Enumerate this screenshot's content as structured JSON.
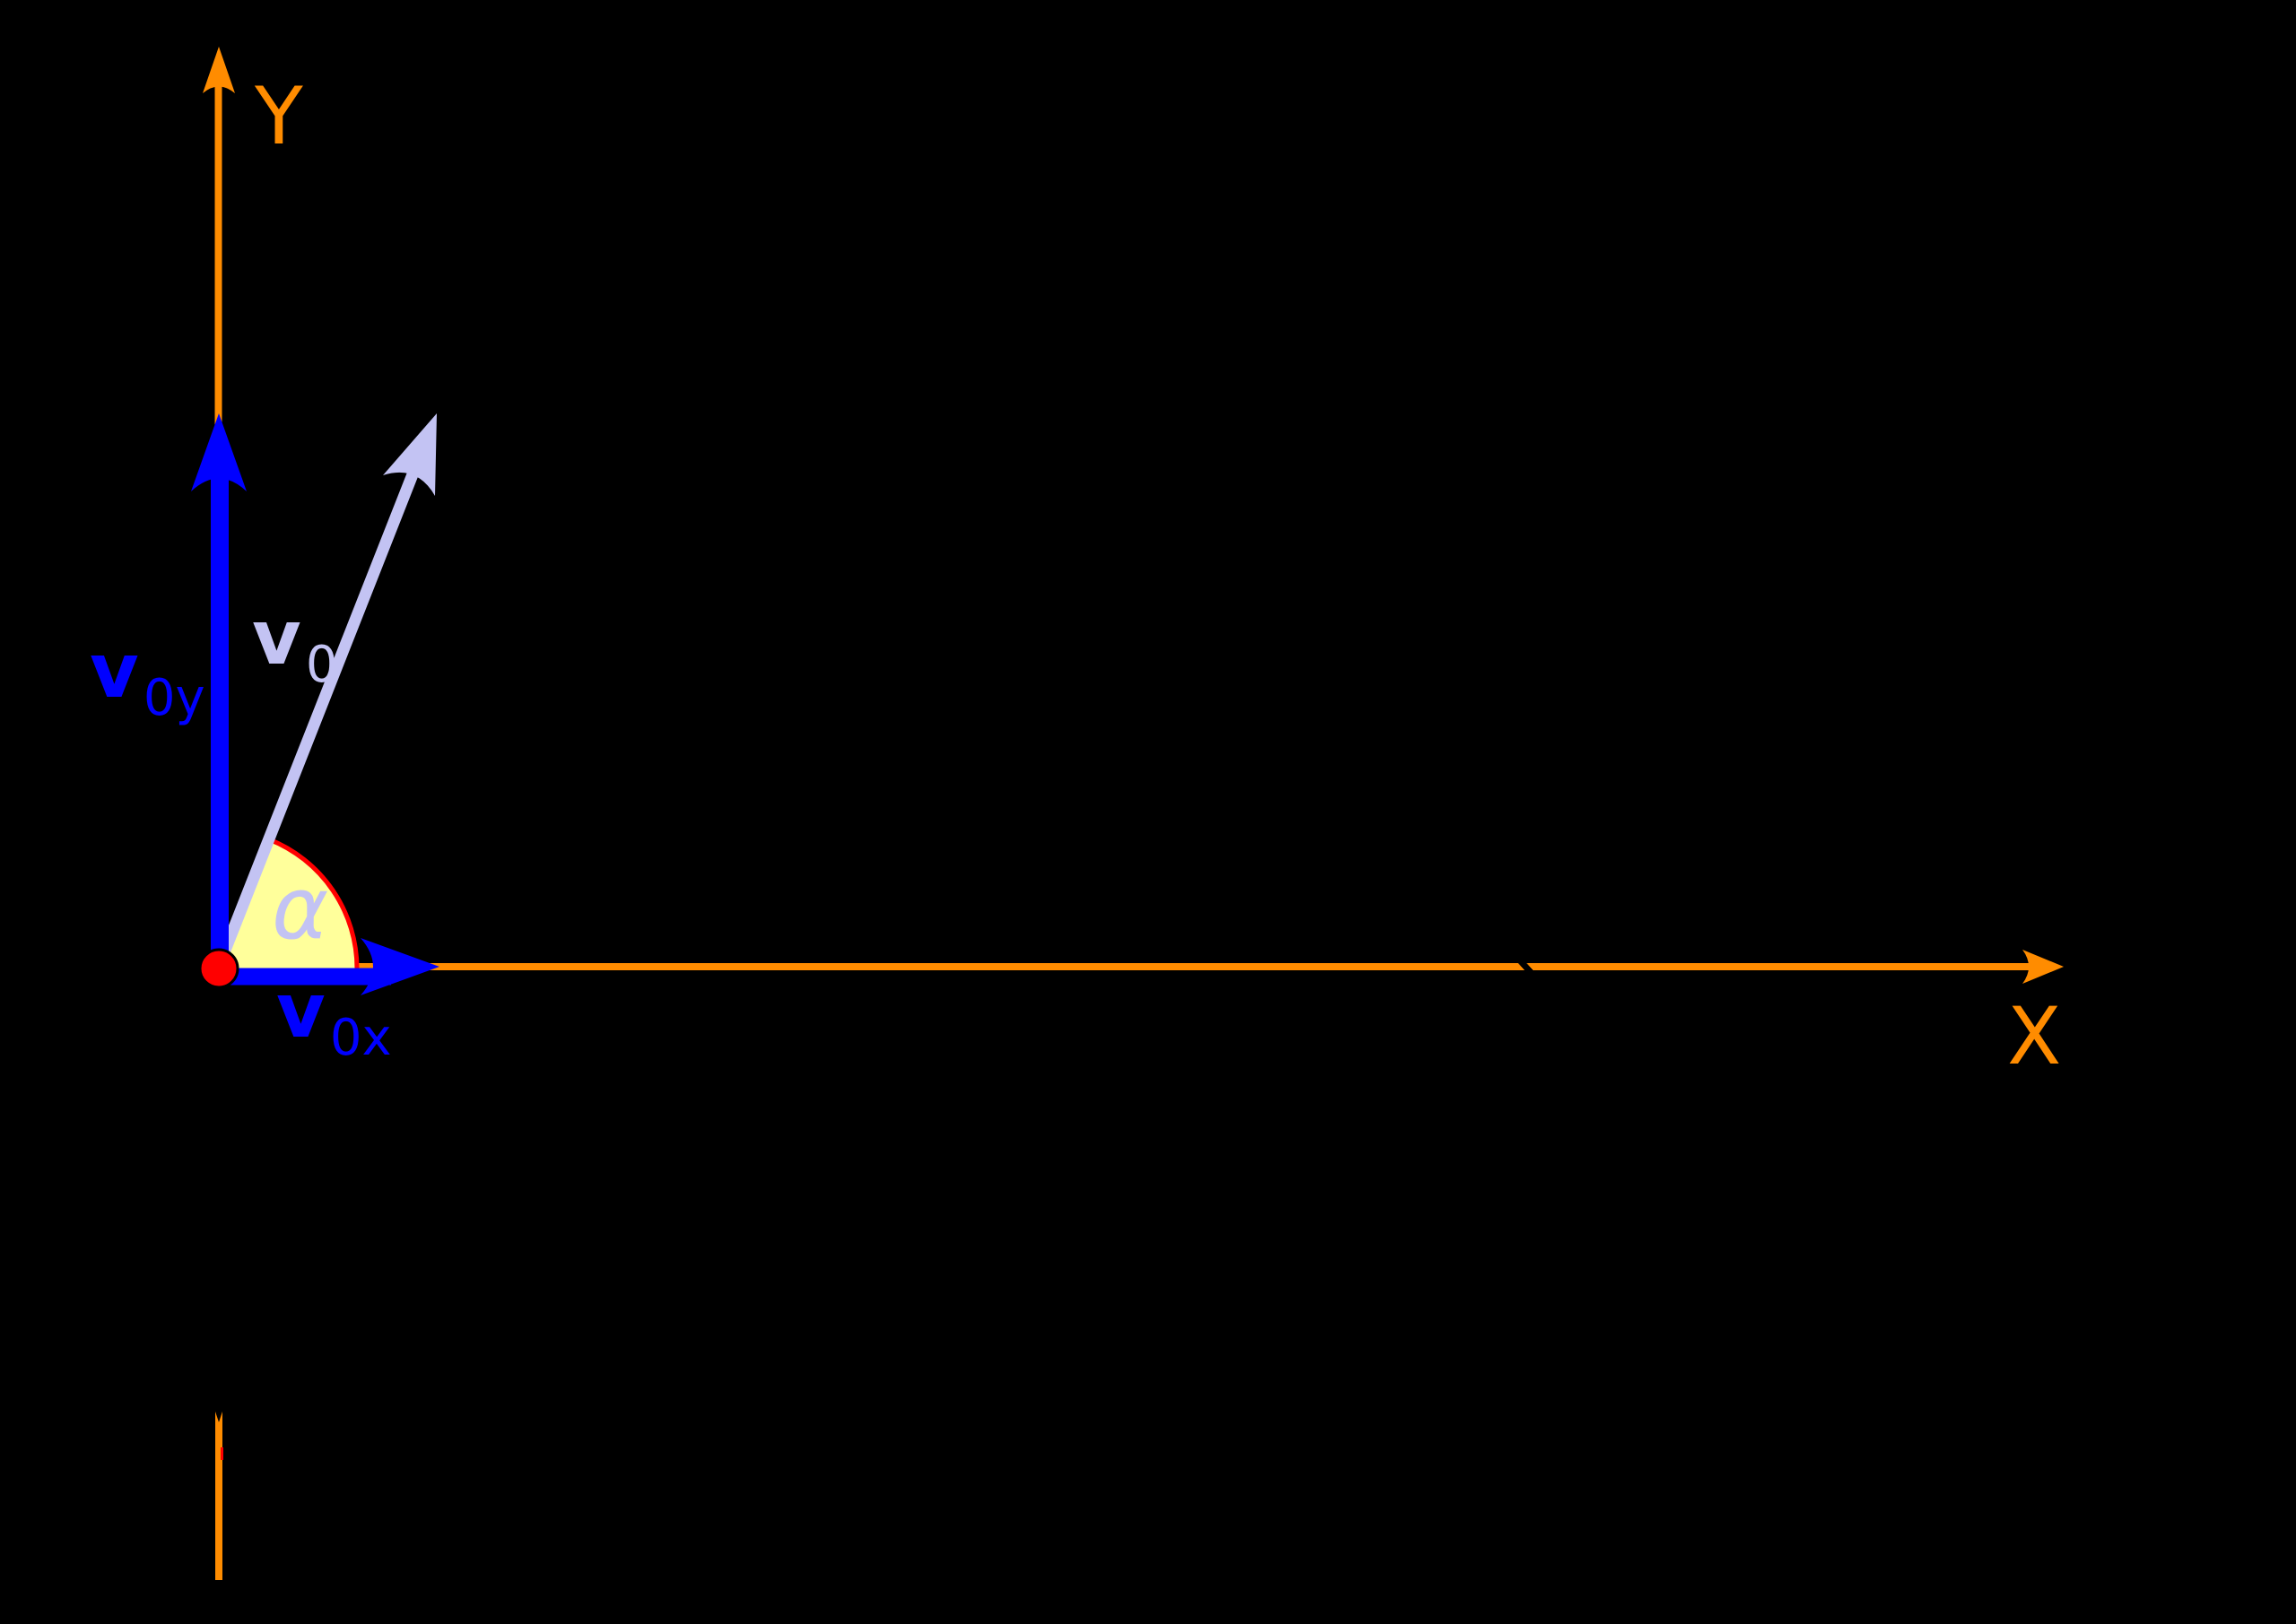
{
  "figure": {
    "background": "#000000",
    "colors": {
      "axis": "#FF8C00",
      "component_vector": "#0000FF",
      "velocity_vector": "#C3C3F3",
      "angle_fill": "#FFFF9B",
      "angle_arc": "#FF0000",
      "origin_dot": "#FF0000",
      "hidden_ink": "#000000"
    },
    "labels": {
      "y_axis": "Y",
      "x_axis": "X",
      "angle": "α",
      "v0": {
        "base": "v",
        "sub": "0"
      },
      "v0y": {
        "base": "v",
        "sub": "0y"
      },
      "v0x": {
        "base": "v",
        "sub": "0x"
      }
    }
  }
}
